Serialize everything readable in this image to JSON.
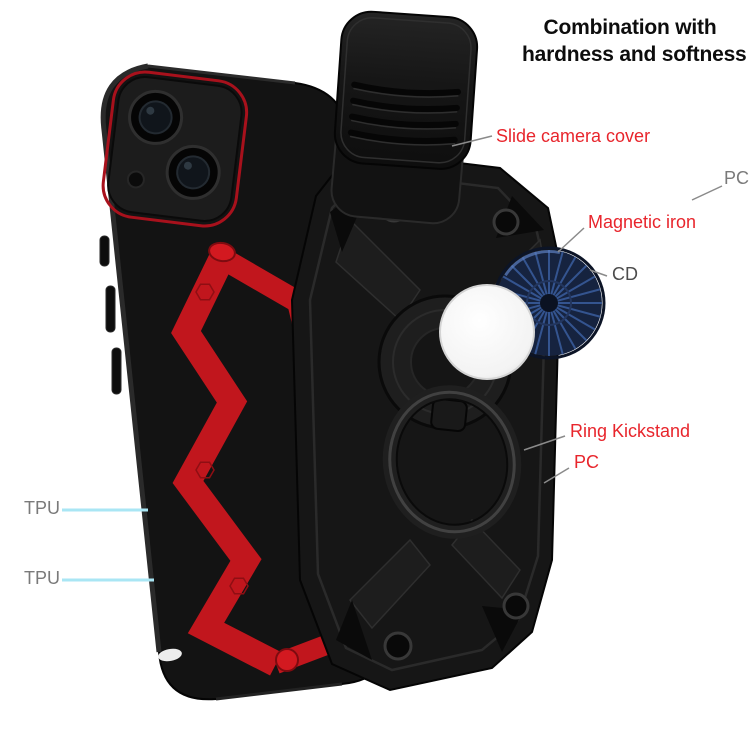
{
  "title": {
    "line1": "Combination with",
    "line2": "hardness and softness"
  },
  "callouts": {
    "slide_camera_cover": "Slide camera cover",
    "pc_top": "PC",
    "magnetic_iron": "Magnetic iron",
    "cd": "CD",
    "ring_kickstand": "Ring Kickstand",
    "pc_bottom": "PC",
    "tpu_upper": "TPU",
    "tpu_lower": "TPU"
  },
  "colors": {
    "label_red": "#e8252c",
    "label_gray": "#7a7a7a",
    "leader_gray": "#8a8a8a",
    "tpu_leader_cyan": "#a9e6f4",
    "case_black": "#131313",
    "insert_red": "#c1161d",
    "cd_navy": "#16233f",
    "magnet_disc_white": "#f7f7f7"
  }
}
